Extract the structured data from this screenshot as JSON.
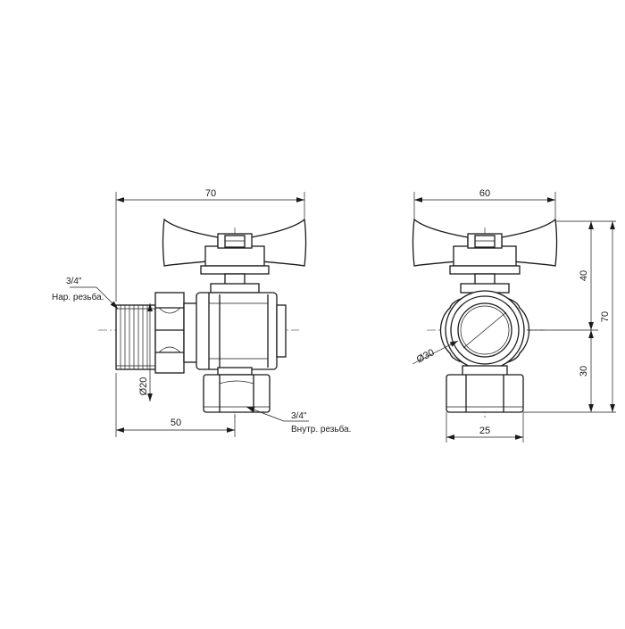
{
  "drawing": {
    "front_view": {
      "dim_width": "70",
      "dim_inlet": "50",
      "dim_bore": "Ø20",
      "thread_outer": {
        "size": "3/4\"",
        "label": "Нар. резьба."
      },
      "thread_inner": {
        "size": "3/4\"",
        "label": "Внутр. резьба."
      }
    },
    "side_view": {
      "dim_width": "60",
      "dim_body": "25",
      "dim_diameter": "Ø30",
      "dim_upper": "40",
      "dim_lower": "30",
      "dim_total": "70"
    }
  }
}
